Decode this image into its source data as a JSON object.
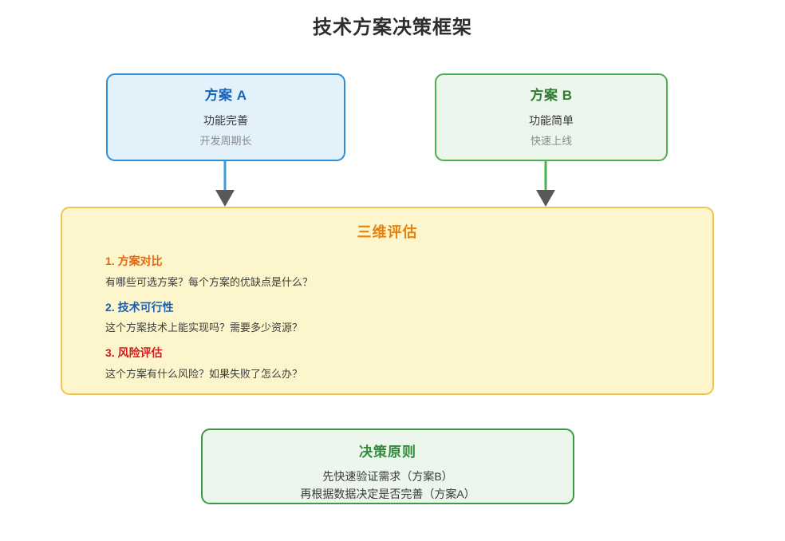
{
  "page": {
    "title": "技术方案决策框架",
    "background": "#ffffff"
  },
  "options": [
    {
      "id": "a",
      "title": "方案 A",
      "line1": "功能完善",
      "line2": "开发周期长",
      "border_color": "#2b90d9",
      "fill_color": "#e3f1fb",
      "title_color": "#1565c0",
      "connector_color": "#3b9ad9"
    },
    {
      "id": "b",
      "title": "方案 B",
      "line1": "功能简单",
      "line2": "快速上线",
      "border_color": "#4caf50",
      "fill_color": "#ecf6ec",
      "title_color": "#2e7d32",
      "connector_color": "#4caf50"
    }
  ],
  "evaluation": {
    "title": "三维评估",
    "border_color": "#f0c54d",
    "fill_color": "#fdf6cd",
    "title_color": "#e8820c",
    "items": [
      {
        "heading": "1. 方案对比",
        "heading_color": "#e2690f",
        "desc": "有哪些可选方案？每个方案的优缺点是什么？"
      },
      {
        "heading": "2. 技术可行性",
        "heading_color": "#1f5fa8",
        "desc": "这个方案技术上能实现吗？需要多少资源？"
      },
      {
        "heading": "3. 风险评估",
        "heading_color": "#cc1f1f",
        "desc": "这个方案有什么风险？如果失败了怎么办？"
      }
    ]
  },
  "principle": {
    "title": "决策原则",
    "line1": "先快速验证需求（方案B）",
    "line2": "再根据数据决定是否完善（方案A）",
    "border_color": "#3c9a45",
    "fill_color": "#ecf6ec",
    "title_color": "#2e8b38"
  },
  "connectors": {
    "arrowhead_color": "#595959",
    "left_line_color": "#3b9ad9",
    "right_line_color": "#4caf50"
  }
}
